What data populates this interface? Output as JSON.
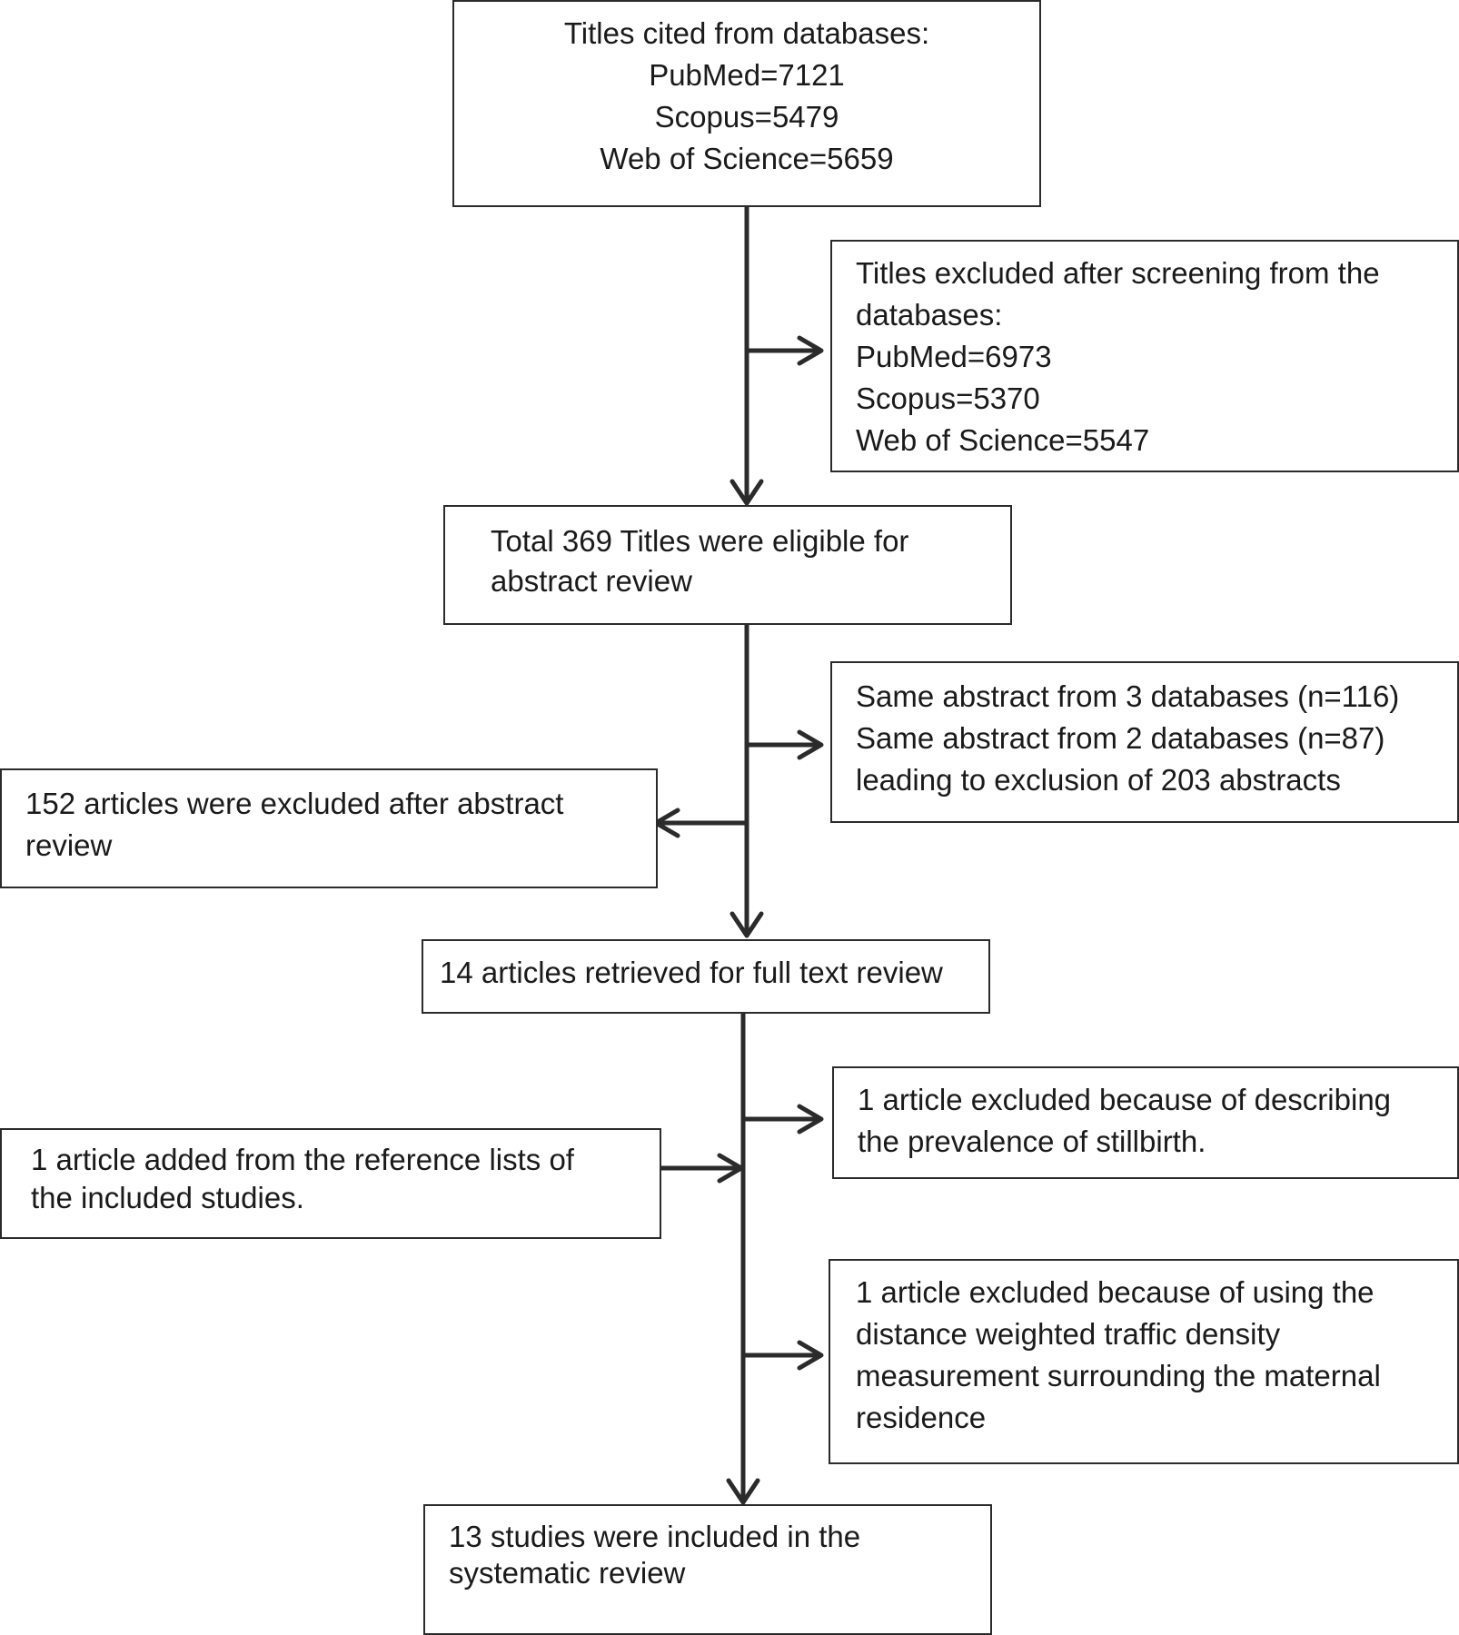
{
  "diagram": {
    "boxes": {
      "databases": {
        "lines": [
          "Titles cited from databases:",
          "PubMed=7121",
          "Scopus=5479",
          "Web of Science=5659"
        ]
      },
      "excluded_screening": {
        "lines": [
          "Titles excluded after screening from the",
          "databases:",
          "PubMed=6973",
          "Scopus=5370",
          "Web of Science=5547"
        ]
      },
      "eligible_abstract": {
        "lines": [
          "Total 369 Titles were eligible for",
          "abstract review"
        ]
      },
      "duplicates": {
        "lines": [
          "Same abstract from 3 databases (n=116)",
          "Same abstract from 2 databases (n=87)",
          "leading to exclusion of  203 abstracts"
        ]
      },
      "excluded_abstract": {
        "lines": [
          "152 articles were excluded after abstract",
          "review"
        ]
      },
      "full_text": {
        "lines": [
          "14 articles retrieved for full text review"
        ]
      },
      "excluded_stillbirth": {
        "lines": [
          "1 article excluded because of describing",
          "the prevalence of stillbirth."
        ]
      },
      "added_reference": {
        "lines": [
          "1 article added from the reference lists of",
          "the included studies."
        ]
      },
      "excluded_traffic": {
        "lines": [
          "1 article excluded because of using the",
          "distance weighted traffic density",
          "measurement surrounding the maternal",
          "residence"
        ]
      },
      "included": {
        "lines": [
          "13 studies were included in the",
          "systematic review"
        ]
      }
    }
  }
}
